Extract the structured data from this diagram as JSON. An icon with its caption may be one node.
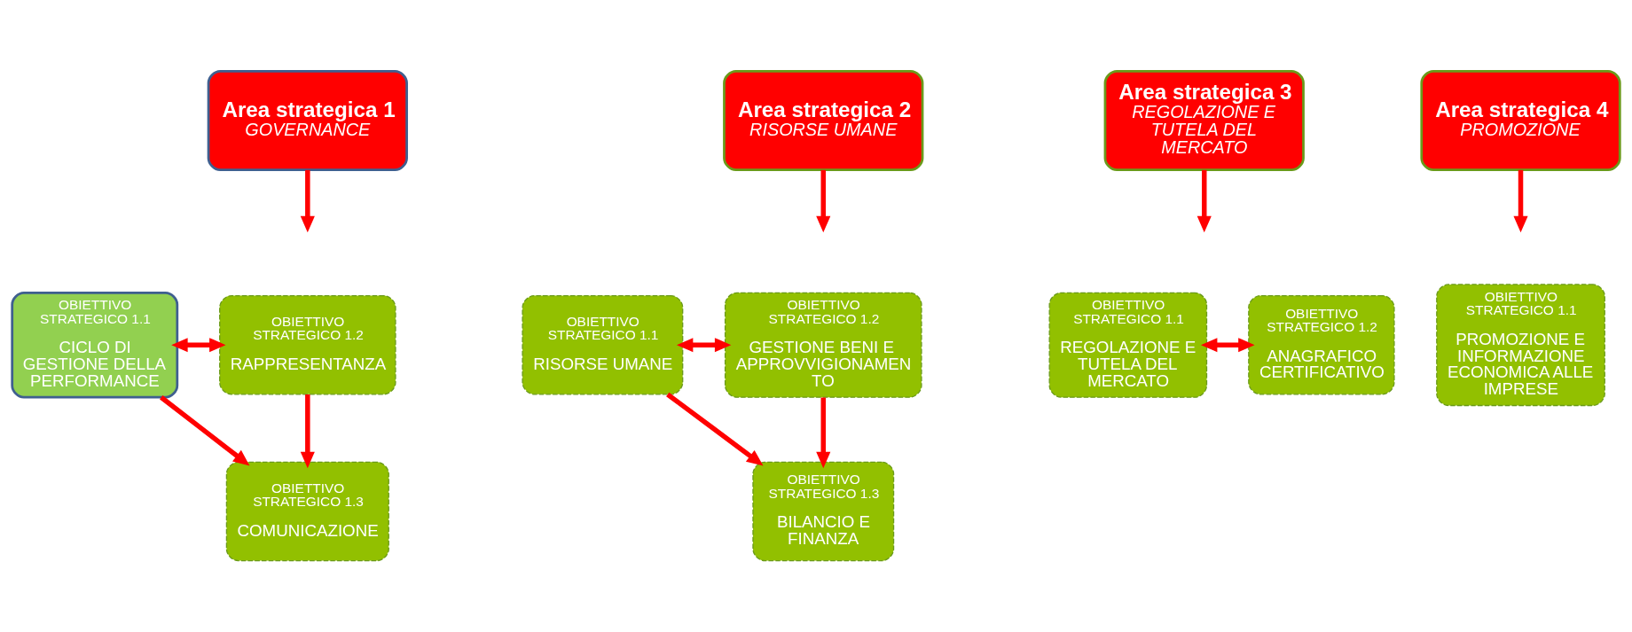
{
  "diagram": {
    "nodes": [
      {
        "text": [
          "Area strategica 1",
          "GOVERNANCE"
        ]
      },
      {
        "text": [
          "Area strategica 2",
          "RISORSE UMANE"
        ]
      },
      {
        "text": [
          "Area strategica 3",
          "REGOLAZIONE E TUTELA DEL MERCATO"
        ]
      },
      {
        "text": [
          "Area strategica 4",
          "PROMOZIONE"
        ]
      },
      {
        "text": [
          "OBIETTIVO STRATEGICO 1.1",
          "CICLO DI GESTIONE DELLA PERFORMANCE"
        ]
      },
      {
        "text": [
          "OBIETTIVO STRATEGICO 1.2",
          "RAPPRESENTANZA"
        ]
      },
      {
        "text": [
          "OBIETTIVO STRATEGICO 1.3",
          "COMUNICAZIONE"
        ]
      },
      {
        "text": [
          "OBIETTIVO STRATEGICO 1.1",
          "RISORSE UMANE"
        ]
      },
      {
        "text": [
          "OBIETTIVO STRATEGICO 1.2",
          "GESTIONE BENI E APPROVVIGIONAMENTO"
        ]
      },
      {
        "text": [
          "OBIETTIVO STRATEGICO 1.3",
          "BILANCIO E FINANZA"
        ]
      },
      {
        "text": [
          "OBIETTIVO STRATEGICO 1.1",
          "REGOLAZIONE E TUTELA DEL MERCATO"
        ]
      },
      {
        "text": [
          "OBIETTIVO STRATEGICO 1.2",
          "ANAGRAFICO CERTIFICATIVO"
        ]
      },
      {
        "text": [
          "OBIETTIVO STRATEGICO 1.1",
          "PROMOZIONE E INFORMAZIONE ECONOMICA ALLE IMPRESE"
        ]
      }
    ],
    "edges": [
      {
        "from": 0,
        "to": null,
        "arrow": "to"
      },
      {
        "from": 1,
        "to": null,
        "arrow": "to"
      },
      {
        "from": 2,
        "to": null,
        "arrow": "to"
      },
      {
        "from": 3,
        "to": null,
        "arrow": "to"
      },
      {
        "from": 4,
        "to": 5,
        "arrow": "both"
      },
      {
        "from": 4,
        "to": 6,
        "arrow": "to"
      },
      {
        "from": 5,
        "to": 6,
        "arrow": "to"
      },
      {
        "from": 7,
        "to": 8,
        "arrow": "both"
      },
      {
        "from": 7,
        "to": 9,
        "arrow": "to"
      },
      {
        "from": 8,
        "to": 9,
        "arrow": "to"
      },
      {
        "from": 10,
        "to": 11,
        "arrow": "both"
      }
    ]
  }
}
